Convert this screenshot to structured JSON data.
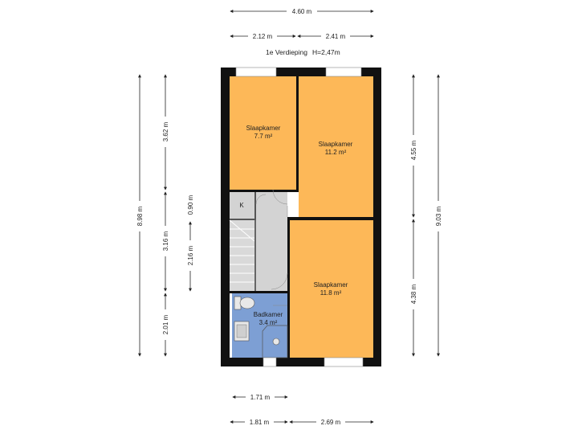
{
  "header": {
    "floor": "1e Verdieping",
    "height": "H=2,47m"
  },
  "dimensions": {
    "top_total": "4.60 m",
    "top_left": "2.12 m",
    "top_right": "2.41 m",
    "bottom_inner": "1.71 m",
    "bottom_left": "1.81 m",
    "bottom_right": "2.69 m",
    "left_total": "8.98 m",
    "left_1": "3.62 m",
    "left_2": "3.16 m",
    "left_3": "2.01 m",
    "inner_1": "0.90 m",
    "inner_2": "2.16 m",
    "right_1": "4.55 m",
    "right_2": "4.38 m",
    "right_total": "9.03 m"
  },
  "rooms": [
    {
      "name": "Slaapkamer",
      "area": "7.7 m²"
    },
    {
      "name": "Slaapkamer",
      "area": "11.2 m²"
    },
    {
      "name": "Slaapkamer",
      "area": "11.8 m²"
    },
    {
      "name": "Badkamer",
      "area": "3.4 m²"
    }
  ],
  "closet_label": "K",
  "colors": {
    "bedroom": "#fdb858",
    "bathroom": "#7d9fd4",
    "hall": "#d3d3d3",
    "wall": "#111111"
  }
}
